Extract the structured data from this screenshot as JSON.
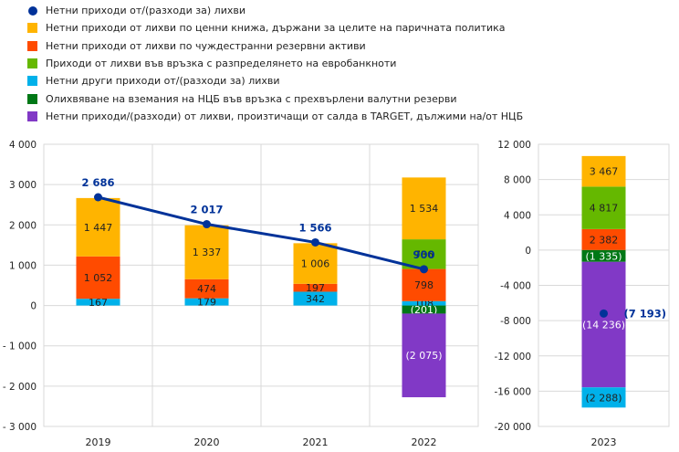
{
  "legend": [
    {
      "label": "Нетни приходи от/(разходи за) лихви",
      "color": "#003299",
      "shape": "dot"
    },
    {
      "label": "Нетни приходи от лихви по ценни книжа, държани за целите на паричната политика",
      "color": "#ffb400",
      "shape": "square"
    },
    {
      "label": "Нетни приходи от лихви по чуждестранни резервни активи",
      "color": "#ff4b00",
      "shape": "square"
    },
    {
      "label": "Приходи от лихви във връзка с разпределянето на евробанкноти",
      "color": "#65b800",
      "shape": "square"
    },
    {
      "label": "Нетни други приходи от/(разходи за) лихви",
      "color": "#00b1ea",
      "shape": "square"
    },
    {
      "label": "Олихвяване на вземания на НЦБ във връзка с прехвърлени валутни резерви",
      "color": "#007816",
      "shape": "square"
    },
    {
      "label": "Нетни приходи/(разходи) от лихви, произтичащи от салда в TARGET, дължими на/от НЦБ",
      "color": "#8139c6",
      "shape": "square"
    }
  ],
  "chart_data": [
    {
      "type": "bar",
      "stacked": true,
      "categories": [
        "2019",
        "2020",
        "2021",
        "2022"
      ],
      "ylim": [
        -3000,
        4000
      ],
      "yticks": [
        4000,
        3000,
        2000,
        1000,
        0,
        -1000,
        -2000,
        -3000
      ],
      "ytick_labels": [
        "4 000",
        "3 000",
        "2 000",
        "1 000",
        "0",
        "- 1 000",
        "- 2 000",
        "- 3 000"
      ],
      "grid": true,
      "series": [
        {
          "name": "Нетни други приходи от/(разходи за) лихви",
          "color": "#00b1ea",
          "values": [
            167,
            179,
            342,
            108
          ],
          "labels": [
            "167",
            "179",
            "342",
            "108"
          ]
        },
        {
          "name": "Нетни приходи от лихви по чуждестранни резервни активи",
          "color": "#ff4b00",
          "values": [
            1052,
            474,
            197,
            798
          ],
          "labels": [
            "1 052",
            "474",
            "197",
            "798"
          ]
        },
        {
          "name": "Приходи от лихви във връзка с разпределянето на евробанкноти",
          "color": "#65b800",
          "values": [
            0,
            0,
            0,
            736
          ],
          "labels": [
            "",
            "",
            "",
            "736"
          ]
        },
        {
          "name": "Нетни приходи от лихви по ценни книжа, държани за целите на паричната политика",
          "color": "#ffb400",
          "values": [
            1447,
            1337,
            1006,
            1534
          ],
          "labels": [
            "1 447",
            "1 337",
            "1 006",
            "1 534"
          ]
        },
        {
          "name": "Олихвяване на вземания на НЦБ във връзка с прехвърлени валутни резерви",
          "color": "#007816",
          "values": [
            0,
            0,
            0,
            -201
          ],
          "labels": [
            "",
            "",
            "",
            "(201)"
          ]
        },
        {
          "name": "Нетни приходи/(разходи) от лихви, произтичащи от салда в TARGET, дължими на/от НЦБ",
          "color": "#8139c6",
          "values": [
            0,
            0,
            0,
            -2075
          ],
          "labels": [
            "",
            "",
            "",
            "(2 075)"
          ]
        }
      ],
      "line": {
        "name": "Нетни приходи от/(разходи за) лихви",
        "color": "#003299",
        "values": [
          2686,
          2017,
          1566,
          900
        ],
        "labels": [
          "2 686",
          "2 017",
          "1 566",
          "900"
        ]
      }
    },
    {
      "type": "bar",
      "stacked": true,
      "categories": [
        "2023"
      ],
      "ylim": [
        -20000,
        12000
      ],
      "yticks": [
        12000,
        8000,
        4000,
        0,
        -4000,
        -8000,
        -12000,
        -16000,
        -20000
      ],
      "ytick_labels": [
        "12 000",
        "8 000",
        "4 000",
        "0",
        "-4 000",
        "-8 000",
        "-12 000",
        "-16 000",
        "-20 000"
      ],
      "grid": true,
      "series": [
        {
          "name": "Нетни приходи от лихви по чуждестранни резервни активи",
          "color": "#ff4b00",
          "values": [
            2382
          ],
          "labels": [
            "2 382"
          ]
        },
        {
          "name": "Приходи от лихви във връзка с разпределянето на евробанкноти",
          "color": "#65b800",
          "values": [
            4817
          ],
          "labels": [
            "4 817"
          ]
        },
        {
          "name": "Нетни приходи от лихви по ценни книжа, държани за целите на паричната политика",
          "color": "#ffb400",
          "values": [
            3467
          ],
          "labels": [
            "3 467"
          ]
        },
        {
          "name": "Олихвяване на вземания на НЦБ във връзка с прехвърлени валутни резерви",
          "color": "#007816",
          "values": [
            -1335
          ],
          "labels": [
            "(1 335)"
          ]
        },
        {
          "name": "Нетни приходи/(разходи) от лихви, произтичащи от салда в TARGET, дължими на/от НЦБ",
          "color": "#8139c6",
          "values": [
            -14236
          ],
          "labels": [
            "(14 236)"
          ]
        },
        {
          "name": "Нетни други приходи от/(разходи за) лихви",
          "color": "#00b1ea",
          "values": [
            -2288
          ],
          "labels": [
            "(2 288)"
          ]
        }
      ],
      "line": {
        "name": "Нетни приходи от/(разходи за) лихви",
        "color": "#003299",
        "values": [
          -7193
        ],
        "labels": [
          "(7 193)"
        ]
      }
    }
  ]
}
